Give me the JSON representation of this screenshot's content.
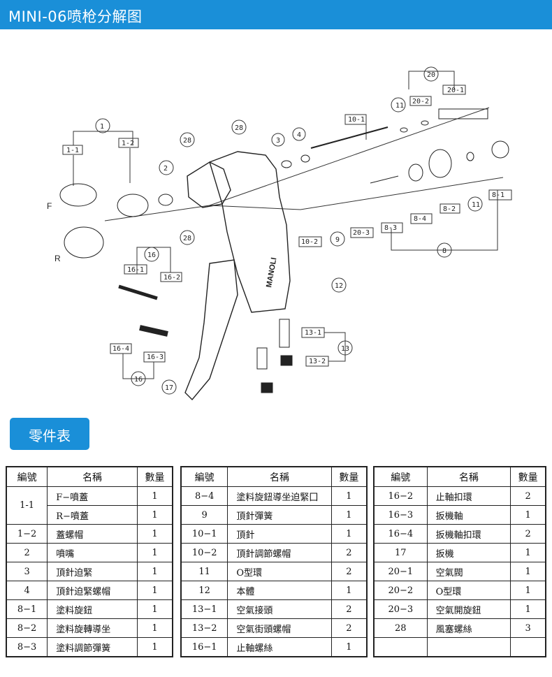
{
  "header": {
    "title": "MINI-06喷枪分解图"
  },
  "diagram": {
    "callouts": [
      "1",
      "1-1",
      "1-2",
      "2",
      "28",
      "28",
      "3",
      "4",
      "10-1",
      "11",
      "20",
      "20-2",
      "20-1",
      "8-1",
      "11",
      "8-2",
      "8-4",
      "8-3",
      "20-3",
      "9",
      "10-2",
      "8",
      "12",
      "13-1",
      "13",
      "13-2",
      "16",
      "16-1",
      "16-2",
      "16-4",
      "16-3",
      "16",
      "17"
    ],
    "side_labels": {
      "front": "F",
      "rear": "R"
    },
    "brand": "MANOLI"
  },
  "section": {
    "title": "零件表"
  },
  "colors": {
    "accent": "#1a8fd8"
  },
  "tables": [
    {
      "headers": [
        "編號",
        "名稱",
        "數量"
      ],
      "rows": [
        [
          "1-1",
          "F−噴蓋",
          "1"
        ],
        [
          "",
          "R−噴蓋",
          "1"
        ],
        [
          "1−2",
          "蓋螺帽",
          "1"
        ],
        [
          "2",
          "噴嘴",
          "1"
        ],
        [
          "3",
          "頂針迫緊",
          "1"
        ],
        [
          "4",
          "頂針迫緊螺帽",
          "1"
        ],
        [
          "8−1",
          "塗料旋鈕",
          "1"
        ],
        [
          "8−2",
          "塗料旋轉導坐",
          "1"
        ],
        [
          "8−3",
          "塗料調節彈簧",
          "1"
        ]
      ]
    },
    {
      "headers": [
        "編號",
        "名稱",
        "數量"
      ],
      "rows": [
        [
          "8−4",
          "塗料旋鈕導坐迫緊囗",
          "1"
        ],
        [
          "9",
          "頂針彈簧",
          "1"
        ],
        [
          "10−1",
          "頂針",
          "1"
        ],
        [
          "10−2",
          "頂針調節螺帽",
          "2"
        ],
        [
          "11",
          "O型環",
          "2"
        ],
        [
          "12",
          "本體",
          "1"
        ],
        [
          "13−1",
          "空氣接頭",
          "2"
        ],
        [
          "13−2",
          "空氣街頭螺帽",
          "2"
        ],
        [
          "16−1",
          "止軸螺絲",
          "1"
        ]
      ]
    },
    {
      "headers": [
        "編號",
        "名稱",
        "數量"
      ],
      "rows": [
        [
          "16−2",
          "止軸扣環",
          "2"
        ],
        [
          "16−3",
          "扳機軸",
          "1"
        ],
        [
          "16−4",
          "扳機軸扣環",
          "2"
        ],
        [
          "17",
          "扳機",
          "1"
        ],
        [
          "20−1",
          "空氣閥",
          "1"
        ],
        [
          "20−2",
          "O型環",
          "1"
        ],
        [
          "20−3",
          "空氣開旋鈕",
          "1"
        ],
        [
          "28",
          "風塞螺絲",
          "3"
        ],
        [
          "",
          "",
          ""
        ]
      ]
    }
  ]
}
